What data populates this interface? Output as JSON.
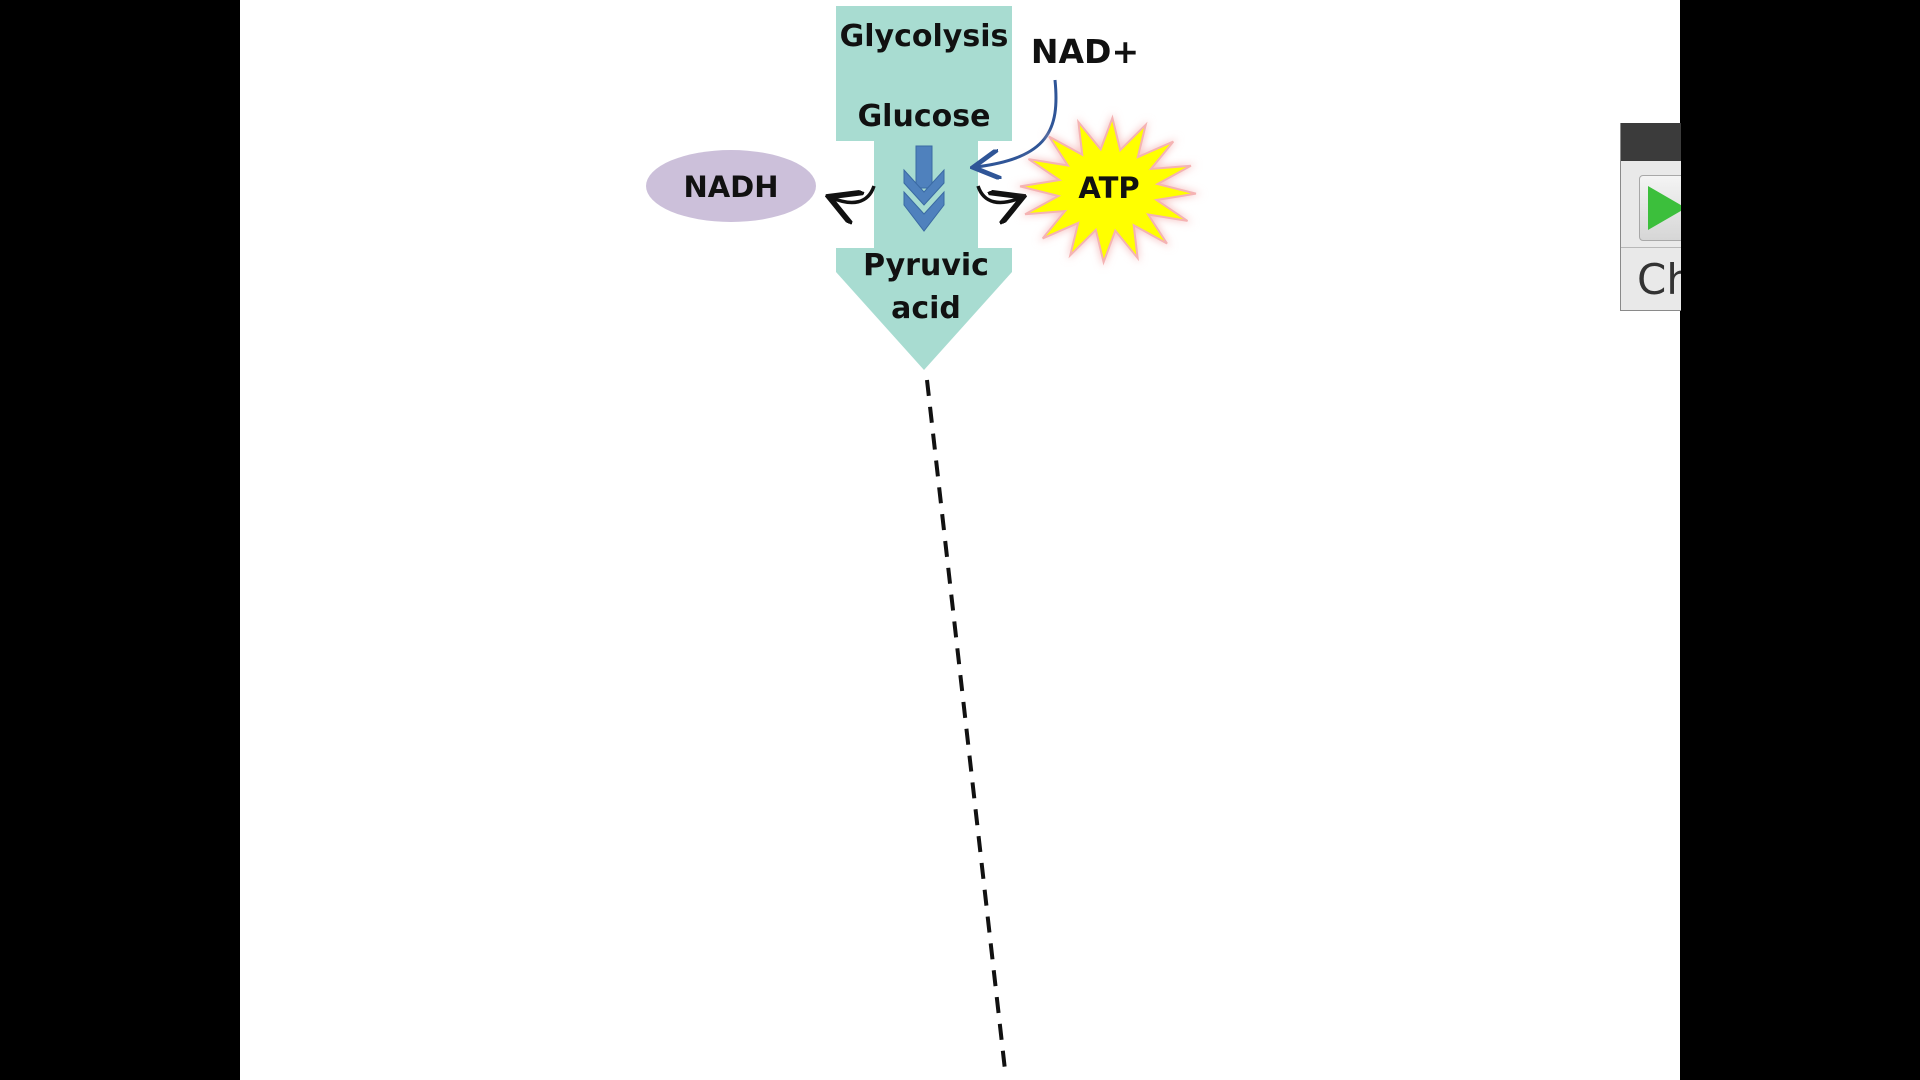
{
  "diagram": {
    "stage_title": "Glycolysis",
    "input_label": "Glucose",
    "output_label_line1": "Pyruvic",
    "output_label_line2": "acid",
    "cofactor_in": "NAD+",
    "product_left": "NADH",
    "product_right": "ATP"
  },
  "side_panel": {
    "play_icon": "play-icon",
    "label": "Ch"
  },
  "colors": {
    "stage_fill": "#a8dcd1",
    "nadh_fill": "#ccc0da",
    "atp_fill": "#ffff00",
    "atp_glow": "#f7c6c6",
    "flow_arrow": "#4f81bd",
    "nad_arrow": "#2f5597",
    "background": "#000000",
    "slide": "#ffffff"
  }
}
